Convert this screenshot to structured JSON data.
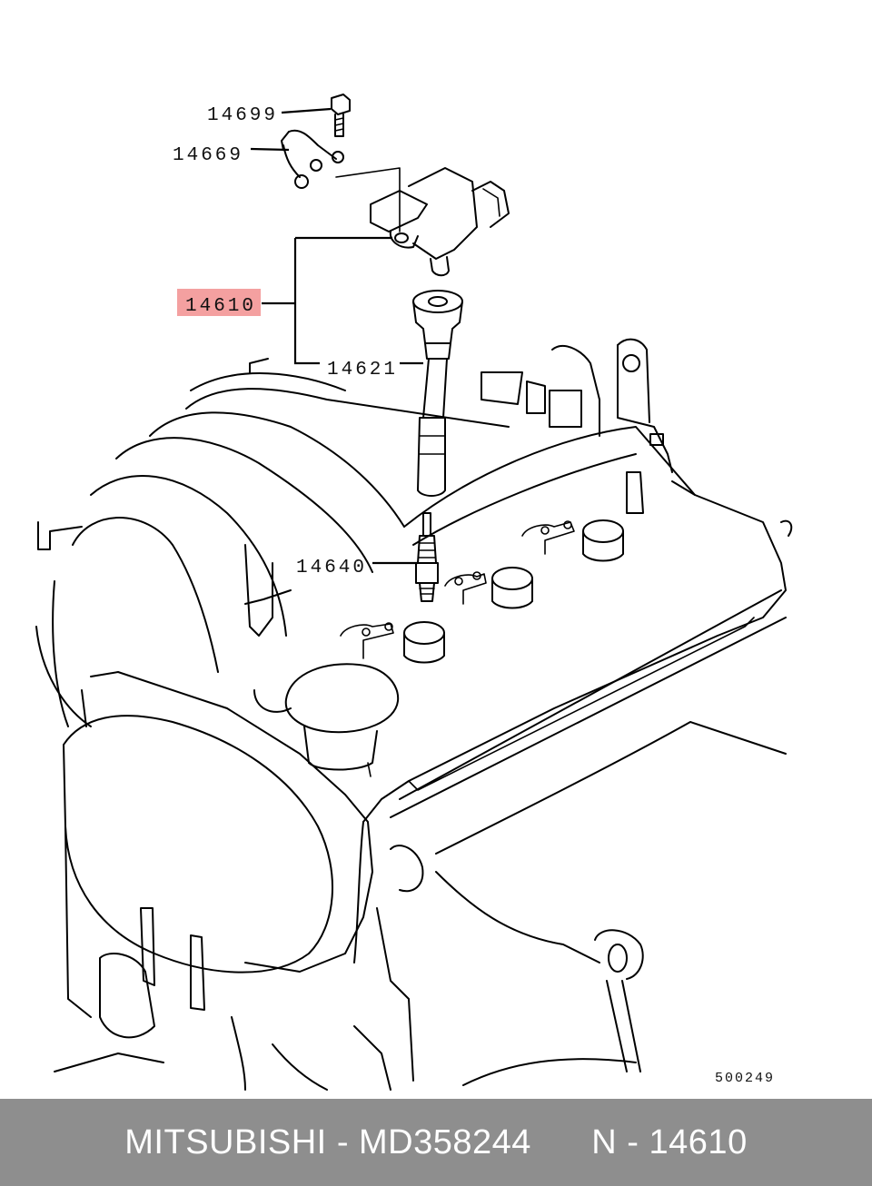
{
  "callouts": {
    "bolt": "14699",
    "harness": "14669",
    "coil": "14610",
    "boot": "14621",
    "spark_plug": "14640"
  },
  "highlight_color": "#f4a0a0",
  "figure_ref": "500249",
  "footer": {
    "brand": "MITSUBISHI",
    "separator": "-",
    "part_number": "MD358244",
    "ref_prefix": "N",
    "ref_number": "14610"
  }
}
